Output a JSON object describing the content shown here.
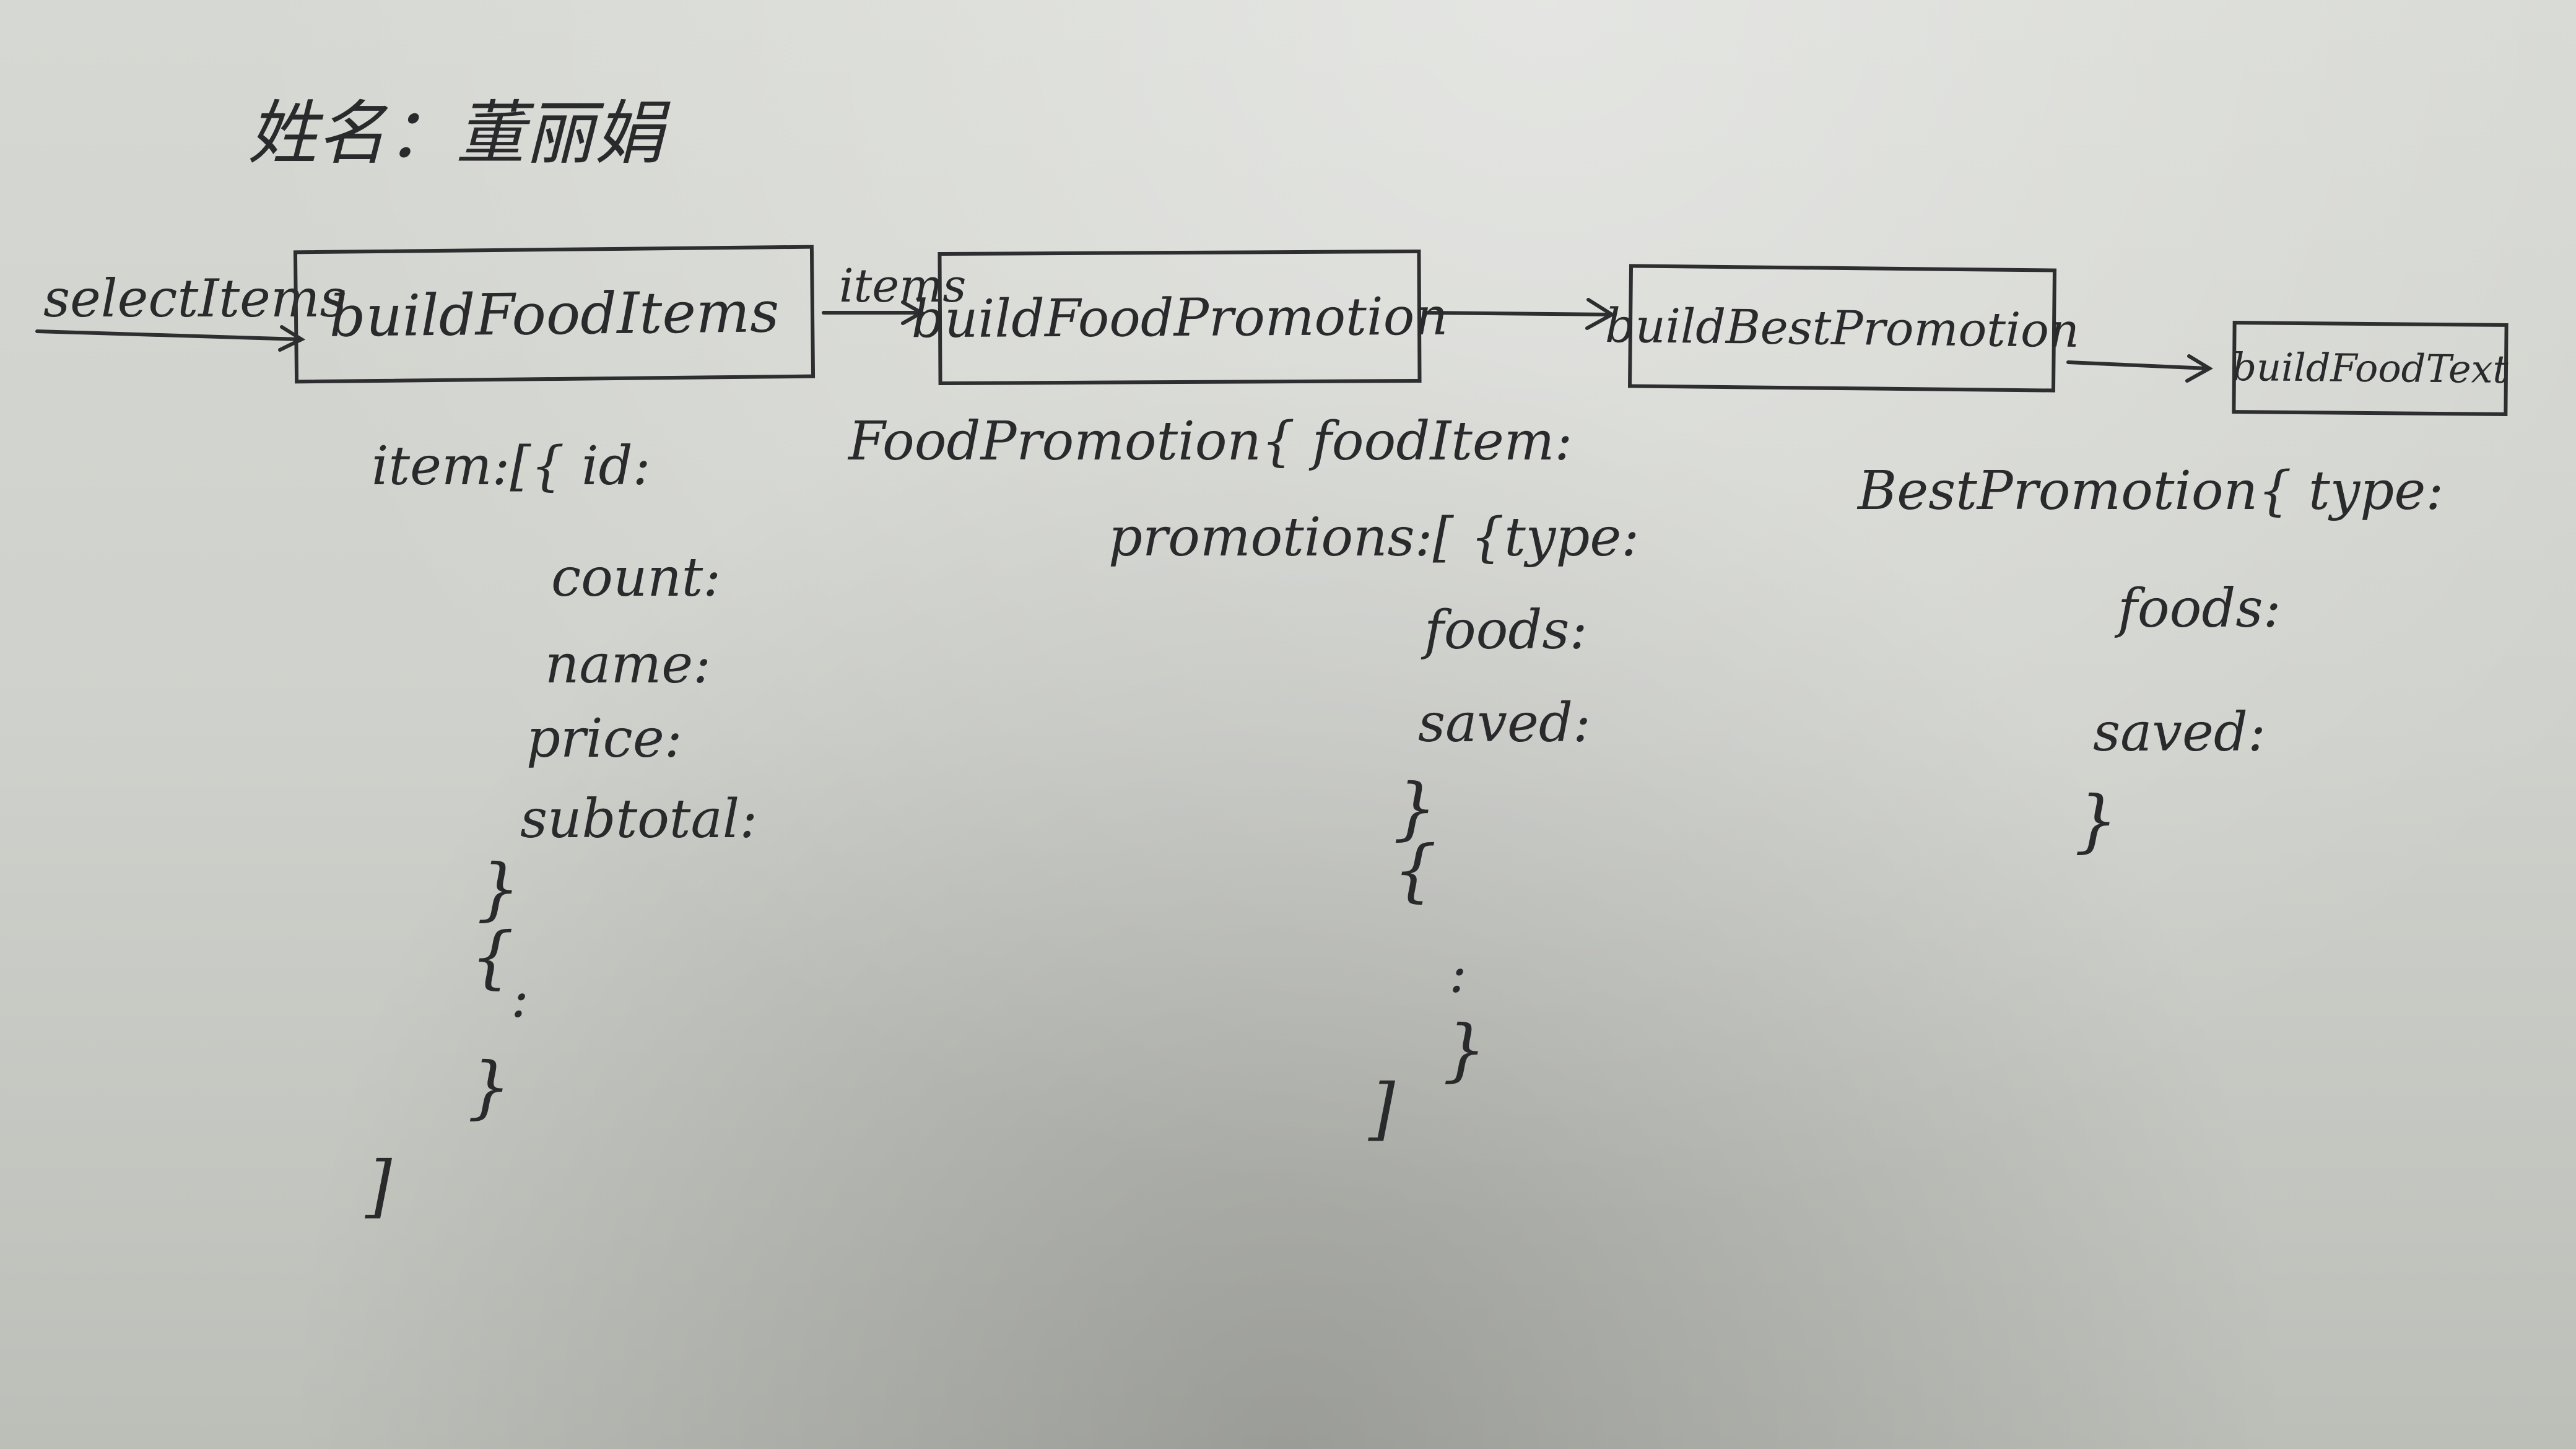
{
  "header": {
    "name_line": "姓名：董丽娟"
  },
  "nodes": [
    {
      "id": "buildFoodItems",
      "label": "buildFoodItems"
    },
    {
      "id": "buildFoodPromotion",
      "label": "buildFoodPromotion"
    },
    {
      "id": "buildBestPromotion",
      "label": "buildBestPromotion"
    },
    {
      "id": "buildFoodText",
      "label": "buildFoodText"
    }
  ],
  "edges": [
    {
      "from": "input",
      "to": "buildFoodItems",
      "label": "selectItems"
    },
    {
      "from": "buildFoodItems",
      "to": "buildFoodPromotion",
      "label": "items"
    },
    {
      "from": "buildFoodPromotion",
      "to": "buildBestPromotion",
      "label": ""
    },
    {
      "from": "buildBestPromotion",
      "to": "buildFoodText",
      "label": ""
    }
  ],
  "structures": {
    "items": {
      "head": "item:[{ id:",
      "fields": [
        "count:",
        "name:",
        "price:",
        "subtotal:"
      ],
      "close_obj": "}",
      "next_obj": "{",
      "ellipsis": ":",
      "close_obj2": "}",
      "close_arr": "]"
    },
    "food_promotion": {
      "head": "FoodPromotion{ foodItem:",
      "promotions_head": "promotions:[ {type:",
      "fields": [
        "foods:",
        "saved:"
      ],
      "close_obj": "}",
      "next_obj": "{",
      "ellipsis": ":",
      "close_obj2": "}",
      "close_arr": "]"
    },
    "best_promotion": {
      "head": "BestPromotion{ type:",
      "fields": [
        "foods:",
        "saved:"
      ],
      "close_obj": "}"
    }
  },
  "colors": {
    "ink": "#2a2a2c",
    "paper": "#d3d5d0"
  }
}
